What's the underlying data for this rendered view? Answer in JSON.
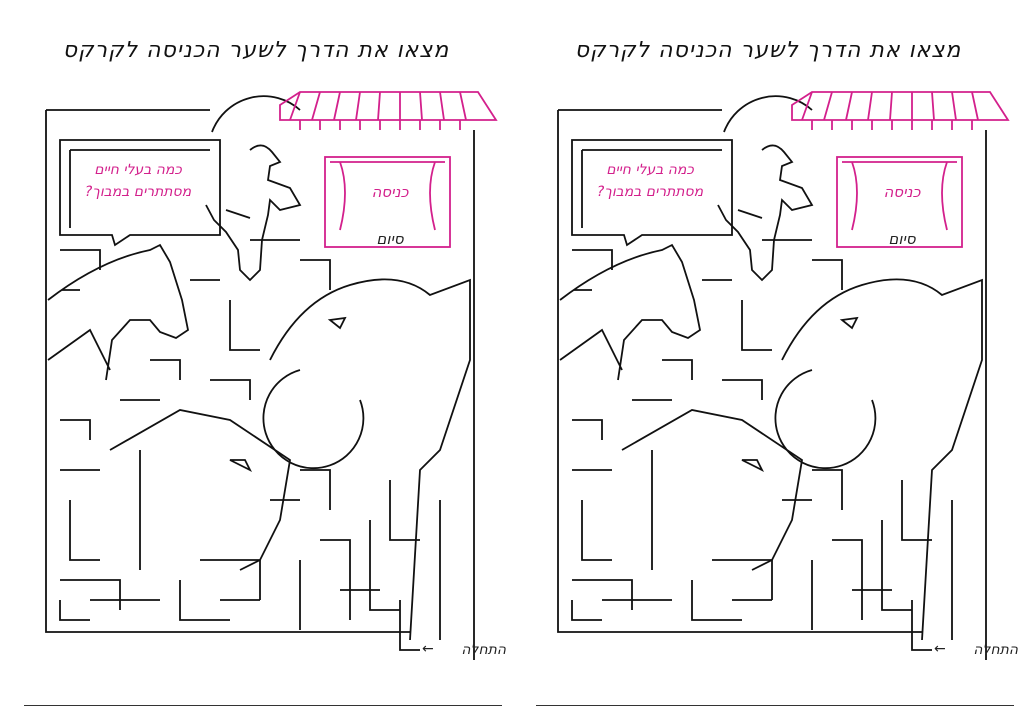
{
  "sheets": [
    {
      "title": "מצאו את הדרך לשער הכניסה לקרקס",
      "bubble_line1": "כמה בעלי חיים",
      "bubble_line2": "מסתתרים במבוך?",
      "entrance_label": "כניסה",
      "finish_label": "סיום",
      "start_label": "התחלה",
      "start_arrow": "←"
    },
    {
      "title": "מצאו את הדרך לשער הכניסה לקרקס",
      "bubble_line1": "כמה בעלי חיים",
      "bubble_line2": "מסתתרים במבוך?",
      "entrance_label": "כניסה",
      "finish_label": "סיום",
      "start_label": "התחלה",
      "start_arrow": "←"
    }
  ],
  "colors": {
    "maze_lines": "#111111",
    "accent_pink": "#d3208c",
    "background": "#ffffff"
  },
  "icons": [
    "dog-icon",
    "horse-icon",
    "elephant-icon",
    "giraffe-icon",
    "circus-tent-icon",
    "speech-bubble-icon"
  ]
}
